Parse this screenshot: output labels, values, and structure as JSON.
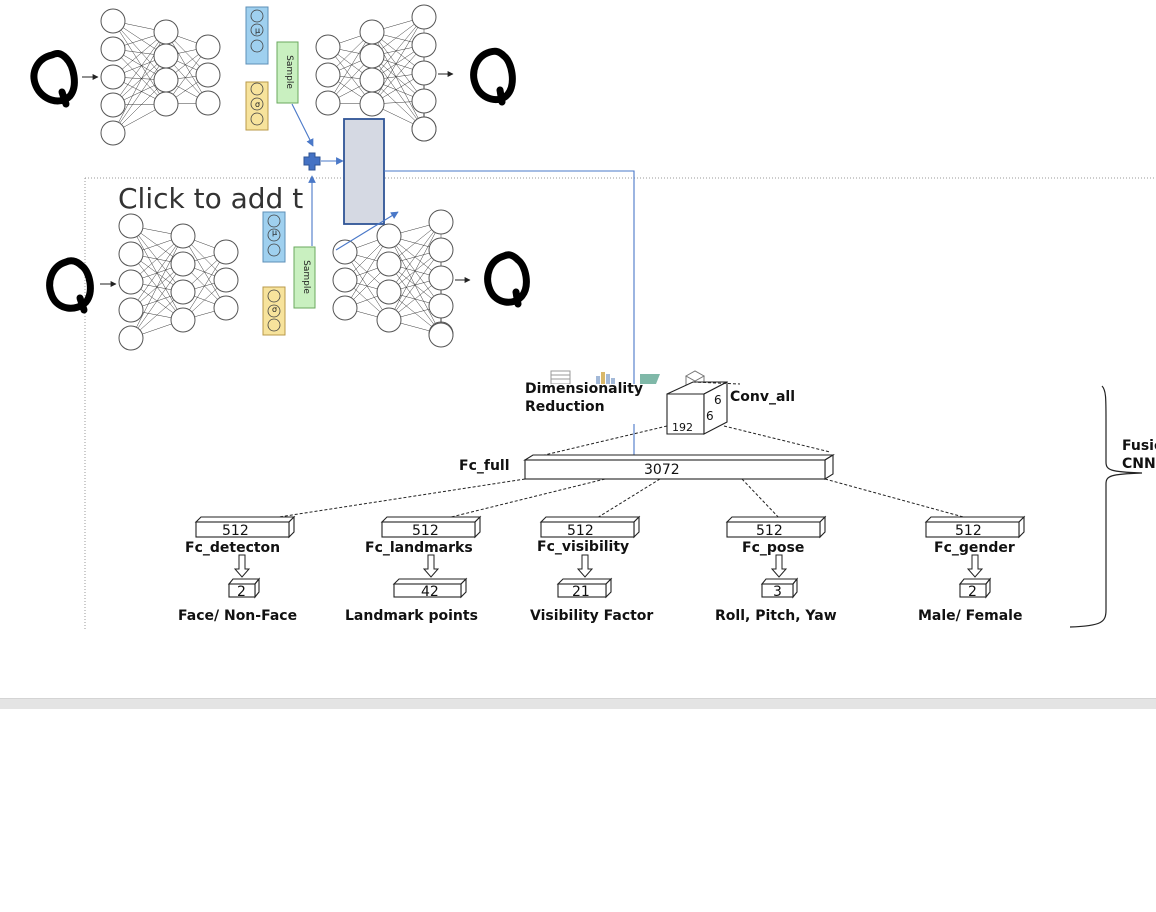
{
  "colors": {
    "mu_box": "#9fd0ef",
    "sigma_box": "#f7e39c",
    "sample_box": "#c9f0c0",
    "center_block": "#d5d9e3",
    "center_block_border": "#2f5496",
    "plus_icon": "#4472c4",
    "arrow_blue": "#4a78c8"
  },
  "vae_top": {
    "sample_label": "Sample",
    "mu_symbol": "μ",
    "sigma_symbol": "σ"
  },
  "vae_bottom": {
    "sample_label": "Sample",
    "mu_symbol": "μ",
    "sigma_symbol": "σ"
  },
  "placeholder_text": "Click to add t",
  "toolbar_icons": [
    "table-icon",
    "chart-icon",
    "smartart-icon",
    "3d-model-icon"
  ],
  "dimensionality_line1": "Dimensionality",
  "dimensionality_line2": "Reduction",
  "conv_all": {
    "label": "Conv_all",
    "dim1": "6",
    "dim2": "6",
    "depth": "192"
  },
  "fc_full": {
    "label": "Fc_full",
    "value": "3072"
  },
  "heads": [
    {
      "name": "Fc_detecton",
      "size": "512",
      "out": "2",
      "desc": "Face/ Non-Face"
    },
    {
      "name": "Fc_landmarks",
      "size": "512",
      "out": "42",
      "desc": "Landmark points"
    },
    {
      "name": "Fc_visibility",
      "size": "512",
      "out": "21",
      "desc": "Visibility Factor"
    },
    {
      "name": "Fc_pose",
      "size": "512",
      "out": "3",
      "desc": "Roll, Pitch, Yaw"
    },
    {
      "name": "Fc_gender",
      "size": "512",
      "out": "2",
      "desc": "Male/ Female"
    }
  ],
  "fusion_label_line1": "Fusio",
  "fusion_label_line2": "CNN"
}
